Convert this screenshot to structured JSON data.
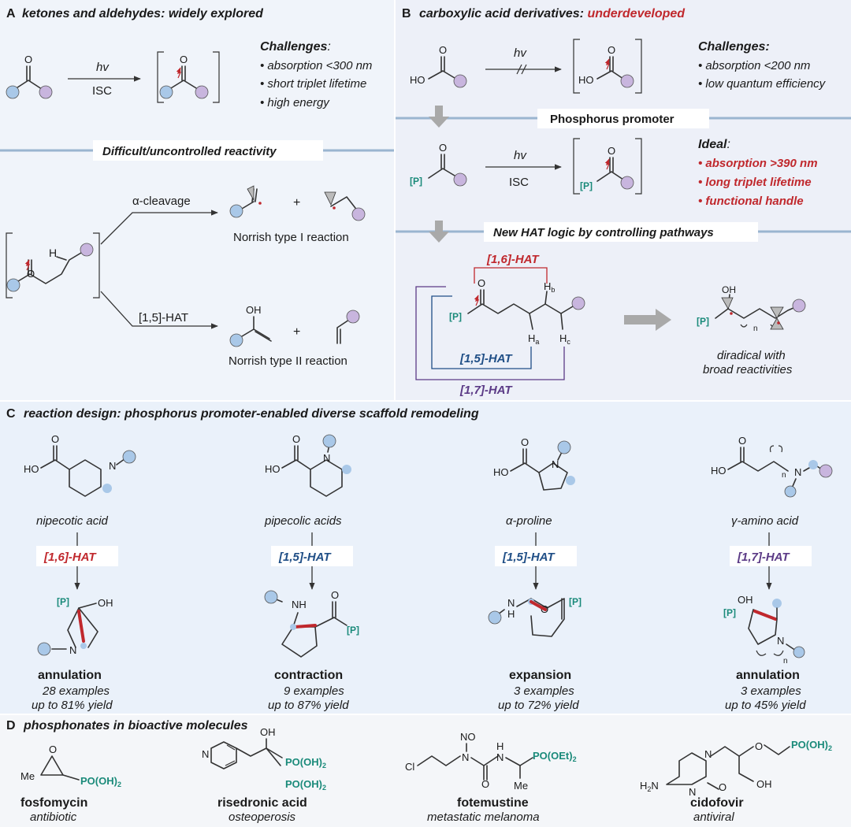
{
  "panelA": {
    "letter": "A",
    "title": "ketones and aldehydes: widely explored",
    "hv": "hv",
    "isc": "ISC",
    "challenges_title": "Challenges",
    "challenges_colon": ":",
    "challenges": [
      "• absorption <300 nm",
      "• short triplet lifetime",
      "• high energy"
    ],
    "divider": "Difficult/uncontrolled reactivity",
    "alpha_cleavage": "α-cleavage",
    "hat15": "[1,5]-HAT",
    "norrish1": "Norrish type I reaction",
    "norrish2": "Norrish type II reaction",
    "plus": "+",
    "O": "O",
    "H": "H",
    "OH": "OH"
  },
  "panelB": {
    "letter": "B",
    "title_a": "carboxylic acid derivatives: ",
    "title_b": "underdeveloped",
    "hv": "hv",
    "isc": "ISC",
    "challenges_title": "Challenges:",
    "challenges": [
      "• absorption <200 nm",
      "• low quantum efficiency"
    ],
    "promoter": "Phosphorus promoter",
    "ideal_title": "Ideal",
    "ideal_colon": ":",
    "ideal": [
      "• absorption >390 nm",
      "• long triplet lifetime",
      "• functional handle"
    ],
    "new_hat": "New HAT logic by controlling pathways",
    "hat16": "[1,6]-HAT",
    "hat15": "[1,5]-HAT",
    "hat17": "[1,7]-HAT",
    "P": "[P]",
    "HO": "HO",
    "O": "O",
    "OH": "OH",
    "Hb": "H",
    "Ha": "H",
    "Hc": "H",
    "sub_b": "b",
    "sub_a": "a",
    "sub_c": "c",
    "n": "n",
    "diradical_1": "diradical with",
    "diradical_2": "broad reactivities"
  },
  "panelC": {
    "letter": "C",
    "title": "reaction design: phosphorus promoter-enabled diverse scaffold remodeling",
    "HO": "HO",
    "O": "O",
    "N": "N",
    "NH": "NH",
    "H": "H",
    "OH": "OH",
    "P": "[P]",
    "n": "n",
    "columns": [
      {
        "substrate": "nipecotic acid",
        "hat": "[1,6]-HAT",
        "outcome": "annulation",
        "examples": "28 examples",
        "yield": "up to 81% yield"
      },
      {
        "substrate": "pipecolic acids",
        "hat": "[1,5]-HAT",
        "outcome": "contraction",
        "examples": "9 examples",
        "yield": "up to 87% yield"
      },
      {
        "substrate": "α-proline",
        "hat": "[1,5]-HAT",
        "outcome": "expansion",
        "examples": "3 examples",
        "yield": "up to 72% yield"
      },
      {
        "substrate": "γ-amino acid",
        "hat": "[1,7]-HAT",
        "outcome": "annulation",
        "examples": "3 examples",
        "yield": "up to 45% yield"
      }
    ]
  },
  "panelD": {
    "letter": "D",
    "title": "phosphonates in bioactive molecules",
    "molecules": [
      {
        "name": "fosfomycin",
        "use": "antibiotic"
      },
      {
        "name": "risedronic acid",
        "use": "osteoperosis"
      },
      {
        "name": "fotemustine",
        "use": "metastatic melanoma"
      },
      {
        "name": "cidofovir",
        "use": "antiviral"
      }
    ],
    "Me": "Me",
    "O": "O",
    "PO3H2": "PO(OH)",
    "sub2": "2",
    "OH": "OH",
    "N": "N",
    "NO": "NO",
    "H": "H",
    "Cl": "Cl",
    "POEt": "PO(OEt)",
    "H2N": "H",
    "H2N_sub": "2",
    "H2N_N": "N"
  },
  "colors": {
    "panelA_bg": "#f0f4fa",
    "panelB_bg": "#edf0f8",
    "panelC_bg": "#eaf1fa",
    "panelD_bg": "#f4f6f9",
    "divider": "#9ab5d0",
    "red": "#c0282d",
    "blue": "#1f4e86",
    "purple": "#5b3a86",
    "teal": "#1a8a7a",
    "node_blue": "#a9c8e8",
    "node_purple": "#c8b5de"
  }
}
